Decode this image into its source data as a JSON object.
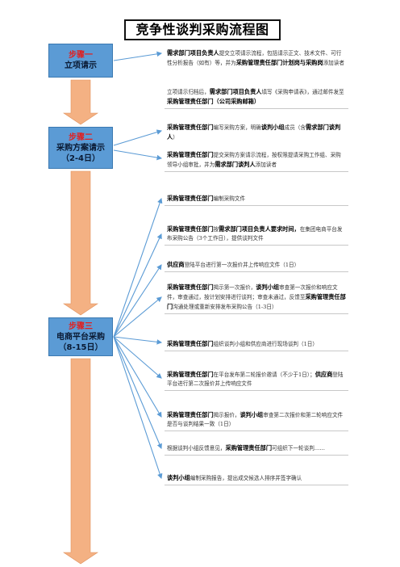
{
  "title": "竞争性谈判采购流程图",
  "steps": [
    {
      "label": "步骤一",
      "sub": "立项请示",
      "days": ""
    },
    {
      "label": "步骤二",
      "sub": "采购方案请示",
      "days": "（2-4日）"
    },
    {
      "label": "步骤三",
      "sub": "电商平台采购",
      "days": "（8-15日）"
    }
  ],
  "boxes": [
    {
      "parts": [
        [
          "b",
          "需求部门项目负责人"
        ],
        [
          "t",
          "提交立项请示流程，包括请示正文、技术文件、可行性分析报告（如有）等，并为"
        ],
        [
          "b",
          "采购管理责任部门计划岗与采购岗"
        ],
        [
          "t",
          "添加读者"
        ]
      ]
    },
    {
      "parts": [
        [
          "t",
          "立项请示归档后，"
        ],
        [
          "b",
          "需求部门项目负责人"
        ],
        [
          "t",
          "填写《采购申请表》，通过邮件发至"
        ],
        [
          "b",
          "采购管理责任部门（公司采购邮箱）"
        ]
      ]
    },
    {
      "parts": [
        [
          "b",
          "采购管理责任部门"
        ],
        [
          "t",
          "编写采购方案，明确"
        ],
        [
          "b",
          "谈判小组"
        ],
        [
          "t",
          "成员（含"
        ],
        [
          "b",
          "需求部门谈判人"
        ],
        [
          "t",
          "）"
        ]
      ]
    },
    {
      "parts": [
        [
          "b",
          "采购管理责任部门"
        ],
        [
          "t",
          "提交采购方案请示流程，按权限提请采购工作组、采购领导小组审批，并为"
        ],
        [
          "b",
          "需求部门谈判人"
        ],
        [
          "t",
          "添加读者"
        ]
      ]
    },
    {
      "parts": [
        [
          "b",
          "采购管理责任部门"
        ],
        [
          "t",
          "编制采购文件"
        ]
      ]
    },
    {
      "parts": [
        [
          "b",
          "采购管理责任部门"
        ],
        [
          "t",
          "按"
        ],
        [
          "b",
          "需求部门项目负责人要求时间，"
        ],
        [
          "t",
          "在集团电商平台发布采购公告（3个工作日），提供谈判文件"
        ]
      ]
    },
    {
      "parts": [
        [
          "b",
          "供应商"
        ],
        [
          "t",
          "登陆平台进行第一次报价并上传响应文件（1日）"
        ]
      ]
    },
    {
      "parts": [
        [
          "b",
          "采购管理责任部门"
        ],
        [
          "t",
          "揭示第一次报价，"
        ],
        [
          "b",
          "谈判小组"
        ],
        [
          "t",
          "审查第一次报价和响应文件，审查通过，按计划安排进行谈判；审查未通过，反馈至"
        ],
        [
          "b",
          "采购管理责任部门"
        ],
        [
          "t",
          "沟通处理或重新安排发布采购公告（1-3日）"
        ]
      ]
    },
    {
      "parts": [
        [
          "b",
          "采购管理责任部门"
        ],
        [
          "t",
          "组织谈判小组和供应商进行现场谈判（1日）"
        ]
      ]
    },
    {
      "parts": [
        [
          "b",
          "采购管理责任部门"
        ],
        [
          "t",
          "在平台发布第二轮报价邀请（不少于1日）；"
        ],
        [
          "b",
          "供应商"
        ],
        [
          "t",
          "登陆平台进行第二次报价并上传响应文件"
        ]
      ]
    },
    {
      "parts": [
        [
          "b",
          "采购管理责任部门"
        ],
        [
          "t",
          "揭示报价，"
        ],
        [
          "b",
          "谈判小组"
        ],
        [
          "t",
          "审查第二次报价和第二轮响应文件是否与谈判结果一致（1日）"
        ]
      ]
    },
    {
      "parts": [
        [
          "t",
          "根据谈判小组反馈意见，"
        ],
        [
          "b",
          "采购管理责任部门"
        ],
        [
          "t",
          "可组织下一轮谈判……"
        ]
      ]
    },
    {
      "parts": [
        [
          "b",
          "谈判小组"
        ],
        [
          "t",
          "编制采购报告，提出成交候选人排序并签字确认"
        ]
      ]
    }
  ],
  "colors": {
    "step_fill": "#5b9bd5",
    "arrow_fill": "#f4b183",
    "connector": "#5b9bd5",
    "step_label": "#e02020"
  }
}
